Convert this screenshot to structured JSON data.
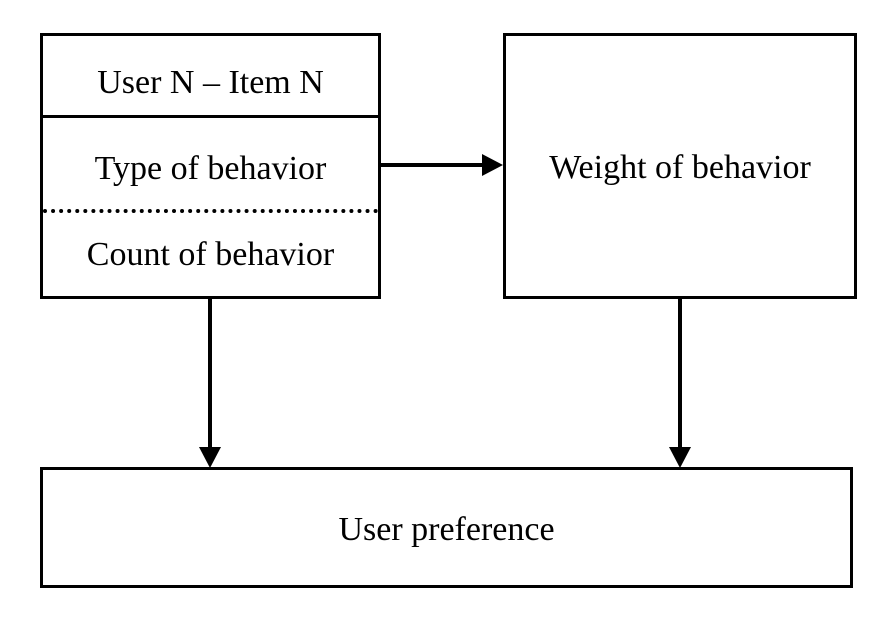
{
  "diagram": {
    "left_box": {
      "header": "User N – Item N",
      "type_label": "Type of behavior",
      "count_label": "Count of behavior"
    },
    "right_box": {
      "label": "Weight of behavior"
    },
    "bottom_box": {
      "label": "User preference"
    }
  },
  "colors": {
    "stroke": "#000000",
    "background": "#ffffff"
  }
}
